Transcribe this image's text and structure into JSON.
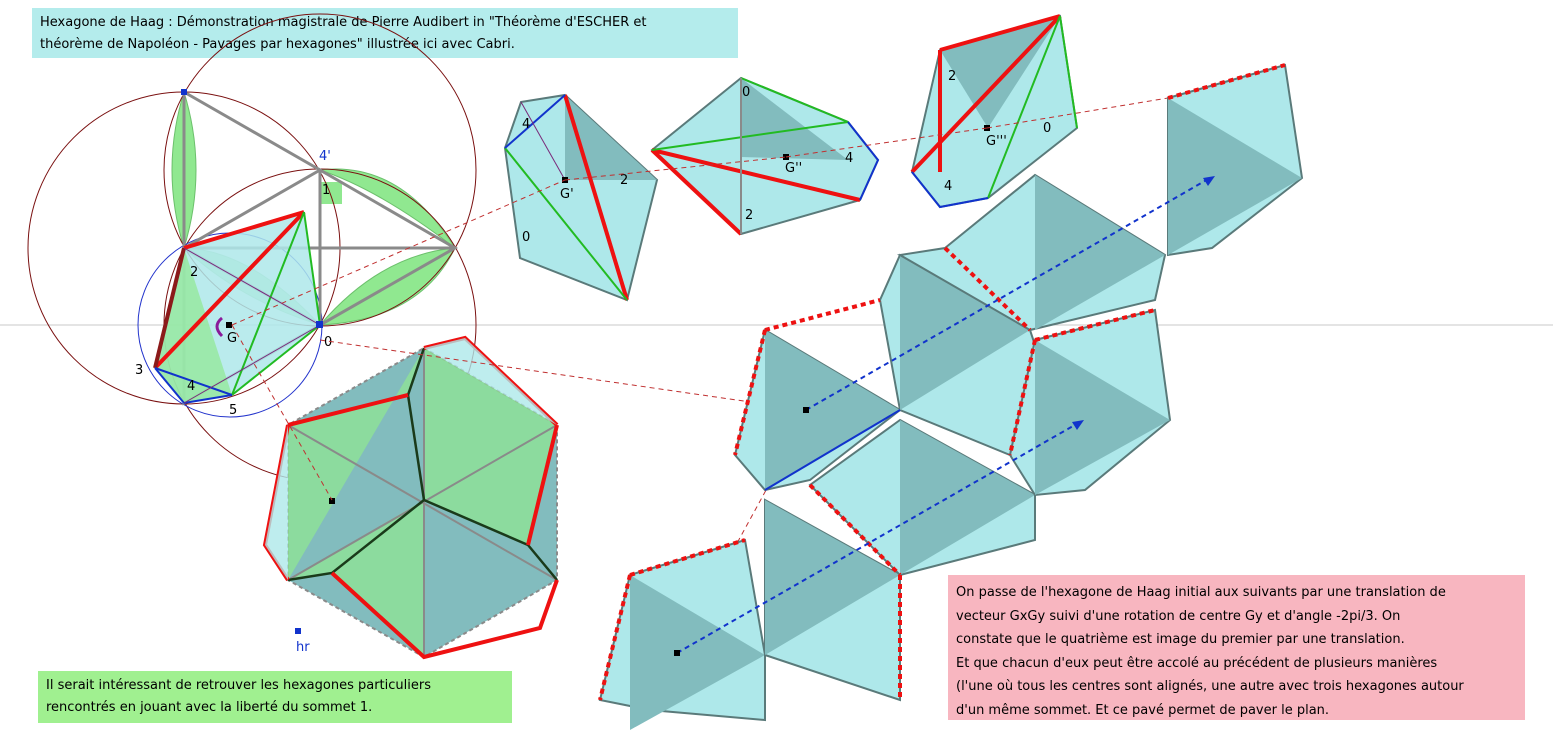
{
  "title": "Hexagone de Haag : Démonstration magistrale de  Pierre Audibert in \"Théorème d'ESCHER et\nthéorème de Napoléon - Pavages par hexagones\" illustrée ici avec Cabri.",
  "note_bottom_left": "Il serait intéressant de retrouver les hexagones particuliers\nrencontrés en jouant avec la liberté du sommet 1.",
  "note_right": "On passe de l'hexagone de Haag initial aux suivants par une translation de\nvecteur GxGy suivi d'une rotation de centre Gy et d'angle -2pi/3. On\nconstate que le quatrième est image du premier par une translation.\nEt que chacun d'eux peut être accolé au précédent de plusieurs manières\n(l'une où tous les centres sont alignés, une autre avec trois hexagones autour\nd'un même sommet. Et ce pavé permet de paver le plan.",
  "labels": {
    "v0": "0",
    "v1": "1",
    "v2": "2",
    "v3": "3",
    "v4": "4",
    "v5": "5",
    "v4p": "4'",
    "g": "G",
    "hr": "hr",
    "h1_4": "4",
    "h1_2": "2",
    "h1_0": "0",
    "h1_g": "G'",
    "h2_0": "0",
    "h2_4": "4",
    "h2_2": "2",
    "h2_g": "G''",
    "h3_2": "2",
    "h3_0": "0",
    "h3_4": "4",
    "h3_g": "G'''"
  },
  "colors": {
    "cyan_fill": "#aee8ea",
    "dark_fill": "#82bcbe",
    "green_fill": "#90e890",
    "red": "#ee1111",
    "green": "#22bb22",
    "blue": "#1133cc",
    "gray": "#7a8a8a",
    "dark_red": "#7a1010",
    "background": "#ffffff"
  }
}
